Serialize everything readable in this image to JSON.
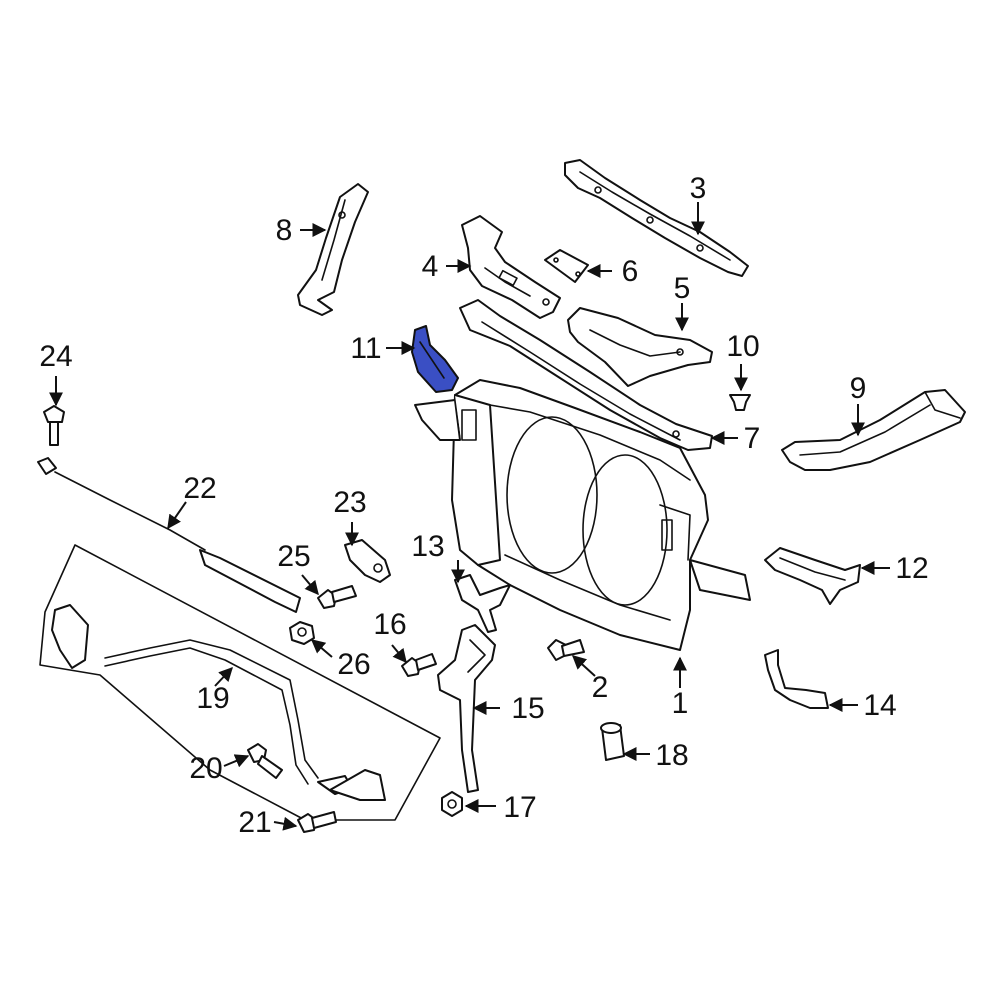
{
  "highlight_color": "#3a4fc4",
  "highlighted_part": "11",
  "callouts": {
    "c1": "1",
    "c2": "2",
    "c3": "3",
    "c4": "4",
    "c5": "5",
    "c6": "6",
    "c7": "7",
    "c8": "8",
    "c9": "9",
    "c10": "10",
    "c11": "11",
    "c12": "12",
    "c13": "13",
    "c14": "14",
    "c15": "15",
    "c16": "16",
    "c17": "17",
    "c18": "18",
    "c19": "19",
    "c20": "20",
    "c21": "21",
    "c22": "22",
    "c23": "23",
    "c24": "24",
    "c25": "25",
    "c26": "26"
  }
}
